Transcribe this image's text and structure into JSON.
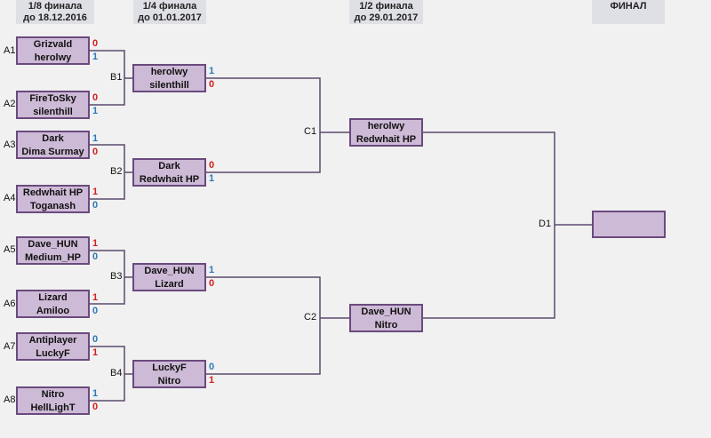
{
  "colors": {
    "win": "#2a7ab8",
    "loss": "#d11f1f",
    "box_fill": "#cdbad6",
    "box_border": "#6a4a7e",
    "line": "#5a4a6e"
  },
  "headers": {
    "r1": {
      "line1": "1/8 финала",
      "line2": "до 18.12.2016"
    },
    "r2": {
      "line1": "1/4 финала",
      "line2": "до 01.01.2017"
    },
    "r3": {
      "line1": "1/2 финала",
      "line2": "до 29.01.2017"
    },
    "final": {
      "line1": "ФИНАЛ",
      "line2": ""
    }
  },
  "matches": {
    "A1": {
      "label": "A1",
      "p1": "Grizvald",
      "p2": "herolwy",
      "s1": "0",
      "s2": "1"
    },
    "A2": {
      "label": "A2",
      "p1": "FireToSky",
      "p2": "silenthill",
      "s1": "0",
      "s2": "1"
    },
    "A3": {
      "label": "A3",
      "p1": "Dark",
      "p2": "Dima Surmay",
      "s1": "1",
      "s2": "0"
    },
    "A4": {
      "label": "A4",
      "p1": "Redwhait HP",
      "p2": "Toganash",
      "s1": "1",
      "s2": "0"
    },
    "A5": {
      "label": "A5",
      "p1": "Dave_HUN",
      "p2": "Medium_HP",
      "s1": "1",
      "s2": "0"
    },
    "A6": {
      "label": "A6",
      "p1": "Lizard",
      "p2": "Amiloo",
      "s1": "1",
      "s2": "0"
    },
    "A7": {
      "label": "A7",
      "p1": "Antiplayer",
      "p2": "LuckyF",
      "s1": "0",
      "s2": "1"
    },
    "A8": {
      "label": "A8",
      "p1": "Nitro",
      "p2": "HellLighT",
      "s1": "1",
      "s2": "0"
    },
    "B1": {
      "label": "B1",
      "p1": "herolwy",
      "p2": "silenthill",
      "s1": "1",
      "s2": "0"
    },
    "B2": {
      "label": "B2",
      "p1": "Dark",
      "p2": "Redwhait HP",
      "s1": "0",
      "s2": "1"
    },
    "B3": {
      "label": "B3",
      "p1": "Dave_HUN",
      "p2": "Lizard",
      "s1": "1",
      "s2": "0"
    },
    "B4": {
      "label": "B4",
      "p1": "LuckyF",
      "p2": "Nitro",
      "s1": "0",
      "s2": "1"
    },
    "C1": {
      "label": "C1",
      "p1": "herolwy",
      "p2": "Redwhait HP"
    },
    "C2": {
      "label": "C2",
      "p1": "Dave_HUN",
      "p2": "Nitro"
    },
    "D1": {
      "label": "D1",
      "p1": "",
      "p2": ""
    }
  }
}
